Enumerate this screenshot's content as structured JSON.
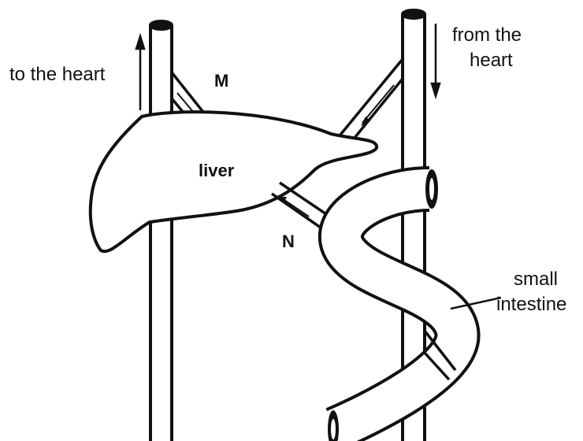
{
  "labels": {
    "to_heart": "to the heart",
    "from_heart_line1": "from the",
    "from_heart_line2": "heart",
    "vessel_m": "M",
    "liver": "liver",
    "vessel_n": "N",
    "intestine_line1": "small",
    "intestine_line2": "intestine"
  },
  "colors": {
    "ink": "#111111",
    "background": "#ffffff"
  }
}
